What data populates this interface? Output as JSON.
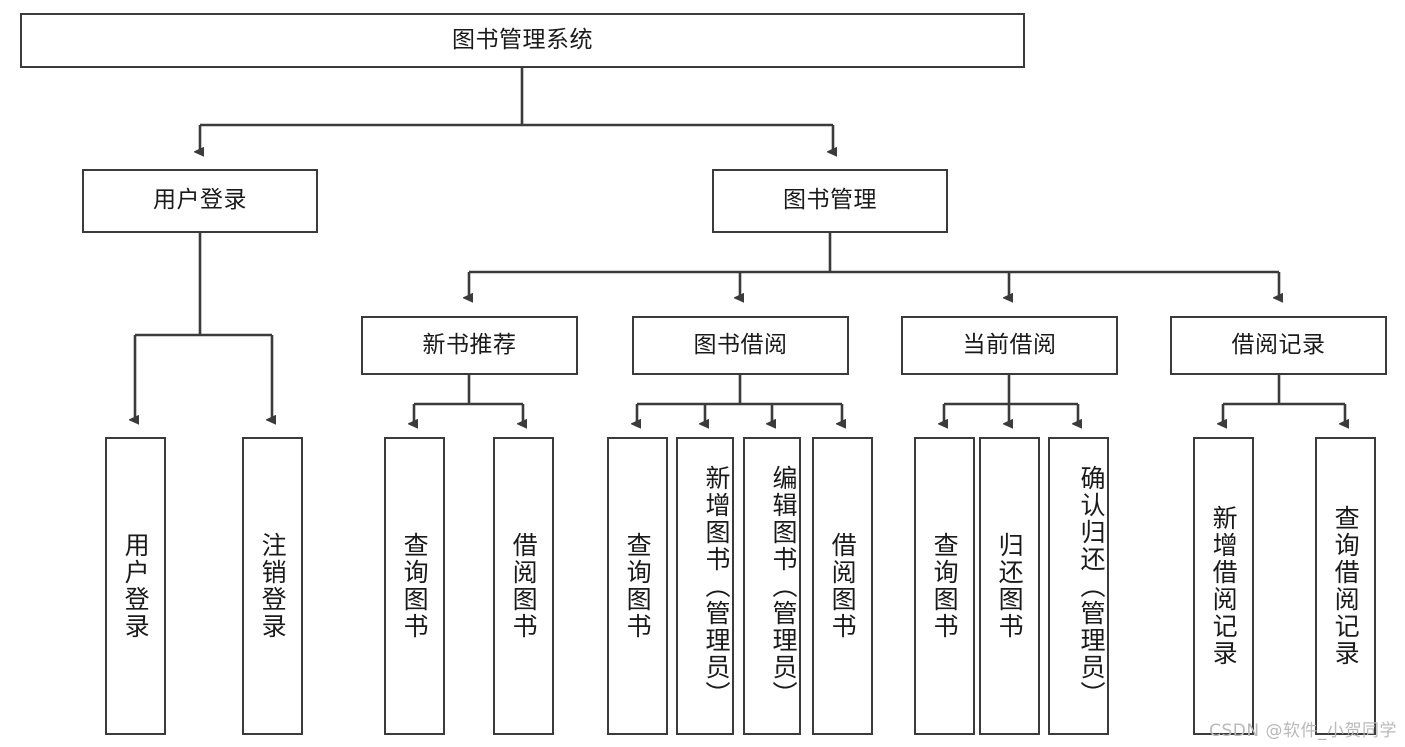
{
  "diagram": {
    "title": "图书管理系统",
    "type": "tree-hierarchy",
    "colors": {
      "box_border": "#3b3b3b",
      "box_fill": "#ffffff",
      "edge": "#3b3b3b",
      "text": "#1a1a1a",
      "watermark": "#b9b9b9",
      "background": "#ffffff"
    },
    "root": {
      "label": "图书管理系统"
    },
    "level2": [
      {
        "label": "用户登录"
      },
      {
        "label": "图书管理"
      }
    ],
    "level3": [
      {
        "label": "新书推荐"
      },
      {
        "label": "图书借阅"
      },
      {
        "label": "当前借阅"
      },
      {
        "label": "借阅记录"
      }
    ],
    "leaves": {
      "user_login": [
        {
          "label": "用户登录"
        },
        {
          "label": "注销登录"
        }
      ],
      "new_book_recommend": [
        {
          "label": "查询图书"
        },
        {
          "label": "借阅图书"
        }
      ],
      "book_borrow": [
        {
          "label": "查询图书"
        },
        {
          "label": "新增图书（管理员）"
        },
        {
          "label": "编辑图书（管理员）"
        },
        {
          "label": "借阅图书"
        }
      ],
      "current_borrow": [
        {
          "label": "查询图书"
        },
        {
          "label": "归还图书"
        },
        {
          "label": "确认归还（管理员）"
        }
      ],
      "borrow_record": [
        {
          "label": "新增借阅记录"
        },
        {
          "label": "查询借阅记录"
        }
      ]
    },
    "watermark": "CSDN @软件_小贺同学"
  }
}
